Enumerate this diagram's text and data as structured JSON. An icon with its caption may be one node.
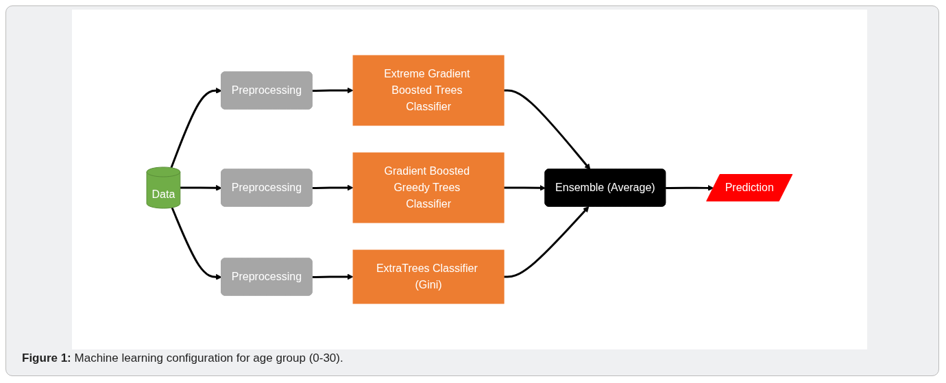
{
  "diagram": {
    "caption": "**Figure 1:** Machine learning configuration for age group (0-30).",
    "nodes": [
      {
        "text": [
          "Data"
        ]
      },
      {
        "text": [
          "Preprocessing"
        ]
      },
      {
        "text": [
          "Preprocessing"
        ]
      },
      {
        "text": [
          "Preprocessing"
        ]
      },
      {
        "text": [
          "Extreme Gradient Boosted Trees Classifier"
        ]
      },
      {
        "text": [
          "Gradient Boosted Greedy Trees Classifier"
        ]
      },
      {
        "text": [
          "ExtraTrees Classifier (Gini)"
        ]
      },
      {
        "text": [
          "Ensemble (Average)"
        ]
      },
      {
        "text": [
          "Prediction"
        ]
      }
    ],
    "edges": [
      {
        "from": 0,
        "to": 1,
        "arrow": "to"
      },
      {
        "from": 0,
        "to": 2,
        "arrow": "to"
      },
      {
        "from": 0,
        "to": 3,
        "arrow": "to"
      },
      {
        "from": 1,
        "to": 4,
        "arrow": "to"
      },
      {
        "from": 2,
        "to": 5,
        "arrow": "to"
      },
      {
        "from": 3,
        "to": 6,
        "arrow": "to"
      },
      {
        "from": 4,
        "to": 7,
        "arrow": "to"
      },
      {
        "from": 5,
        "to": 7,
        "arrow": "to"
      },
      {
        "from": 6,
        "to": 7,
        "arrow": "to"
      },
      {
        "from": 7,
        "to": 8,
        "arrow": "to"
      }
    ]
  }
}
